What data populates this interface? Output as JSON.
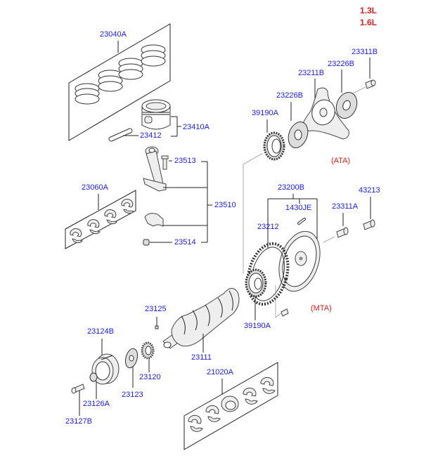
{
  "engine_variants": [
    "1.3L",
    "1.6L"
  ],
  "transmission_notes": {
    "automatic": "(ATA)",
    "manual": "(MTA)"
  },
  "parts": {
    "piston_ring_set": "23040A",
    "piston_pin": "23412",
    "piston_assy": "23410A",
    "conrod_bolt": "23513",
    "conrod_assy": "23510",
    "conrod_nut": "23514",
    "conrod_bearing_set": "23060A",
    "drive_plate_bolt": "23311B",
    "drive_plate_adapter_rear": "23226B",
    "drive_plate": "23211B",
    "drive_plate_adapter_front": "23226B",
    "sensor_wheel_ata": "39190A",
    "flywheel_assy": "23200B",
    "flywheel_pin": "1430JE",
    "ring_gear": "23212",
    "flywheel_bolt": "23311A",
    "flywheel_bolt_alt": "43213",
    "sensor_wheel_mta": "39190A",
    "crank_key": "23125",
    "crankshaft": "23111",
    "crank_pulley": "23124B",
    "crank_sprocket": "23120",
    "crank_washer": "23123",
    "pulley_washer": "23126A",
    "pulley_bolt": "23127B",
    "main_bearing_set": "21020A"
  }
}
